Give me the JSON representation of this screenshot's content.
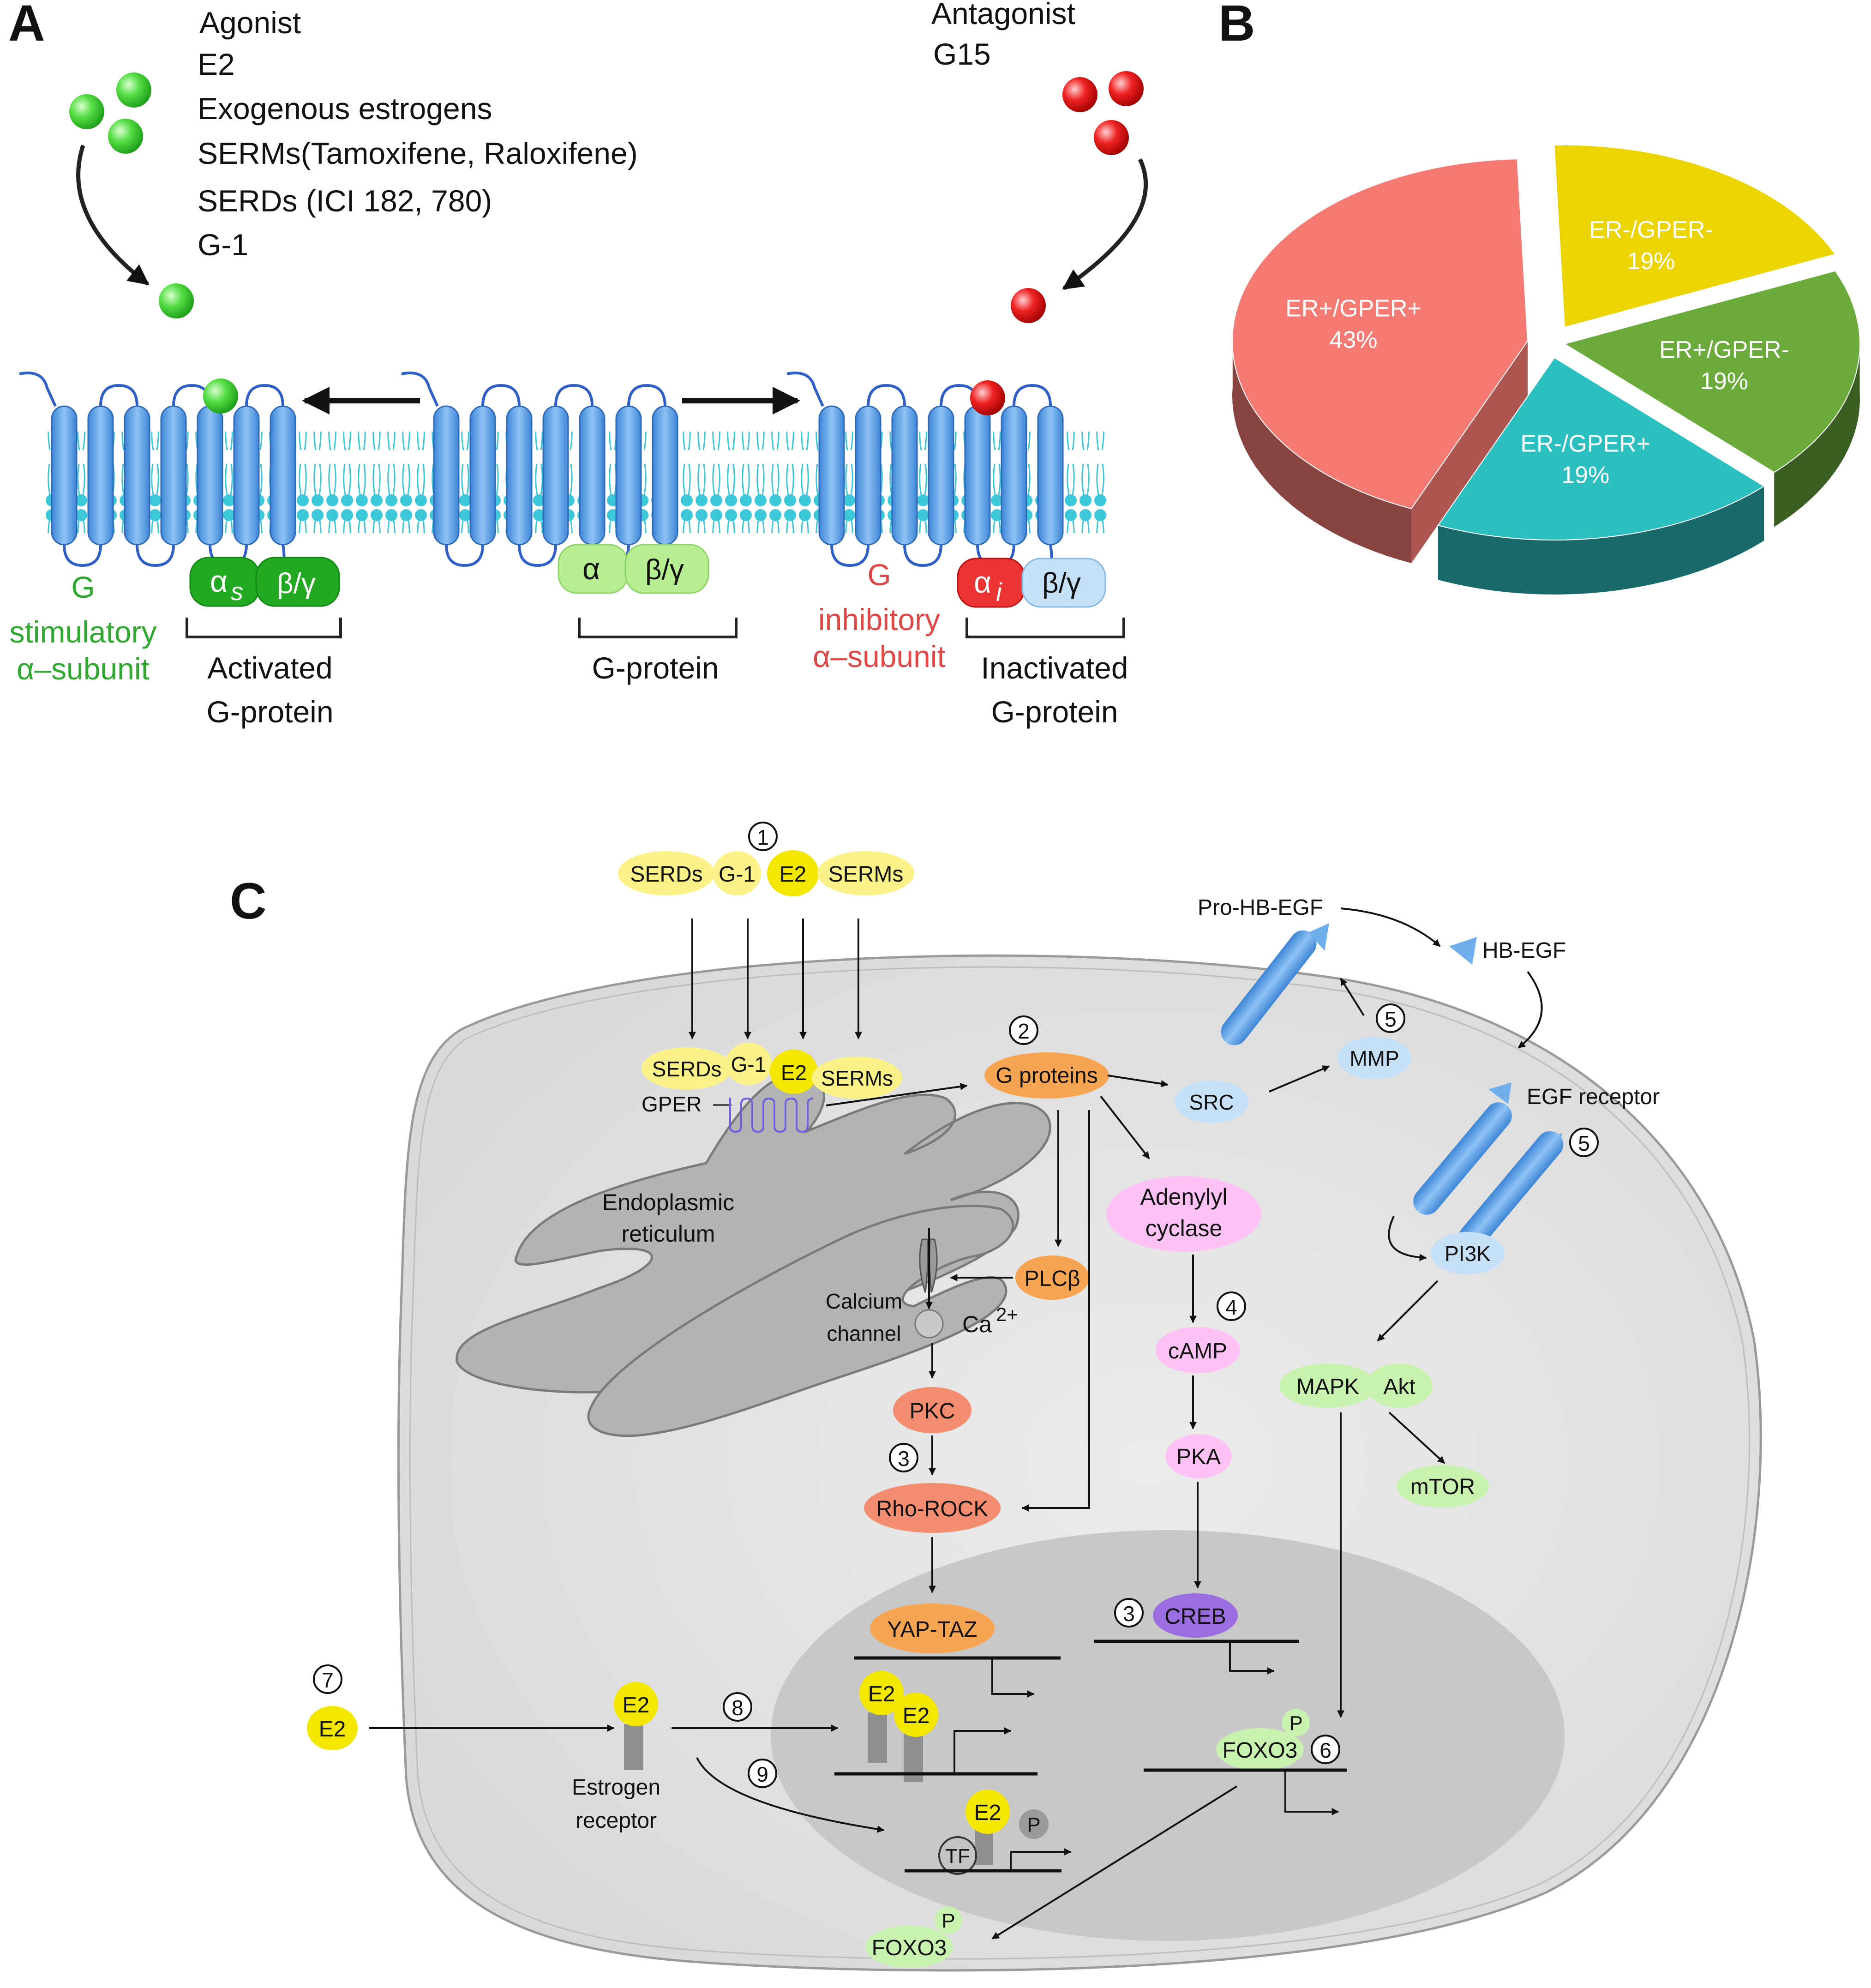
{
  "panel_labels": {
    "a": "A",
    "b": "B",
    "c": "C"
  },
  "colors": {
    "agonist": "#33cc33",
    "antagonist": "#e02020",
    "membrane": "#3cc8d8",
    "receptor": "#5a9ee0",
    "estrogen": "#f5e900",
    "gprotein": "#f7a552",
    "rho": "#f48c70",
    "camp_path": "#ffc2f5",
    "creb": "#9a6ee0",
    "egfr_path": "#c2ddf5",
    "pi3k_path": "#c9f2b0",
    "cell": "#e4e4e4",
    "nucleus": "#c4c4c4",
    "pie_pos_pos": "#f57a74",
    "pie_neg_neg": "#ecd400",
    "pie_pos_neg": "#6aab3c",
    "pie_neg_pos": "#2bbfbf"
  },
  "panel_a": {
    "agonist_title": "Agonist",
    "agonist_list": [
      "E2",
      "Exogenous estrogens",
      "SERMs(Tamoxifene, Raloxifene)",
      "SERDs (ICI 182, 780)",
      "G-1"
    ],
    "antagonist_title": "Antagonist",
    "antagonist_list": [
      "G15"
    ],
    "left_protein": {
      "alpha": "α",
      "alpha_sub": "s",
      "beta": "β/γ",
      "caption_1": "Activated",
      "caption_2": "G-protein"
    },
    "mid_protein": {
      "alpha": "α",
      "beta": "β/γ",
      "caption": "G-protein"
    },
    "right_protein": {
      "alpha": "α",
      "alpha_sub": "i",
      "beta": "β/γ",
      "caption_1": "Inactivated",
      "caption_2": "G-protein"
    },
    "stim_label": [
      "G",
      "stimulatory",
      "α–subunit"
    ],
    "inhib_label": [
      "G",
      "inhibitory",
      "α–subunit"
    ]
  },
  "panel_b": {
    "chart_data": {
      "type": "pie",
      "slices": [
        {
          "label": "ER-/GPER-",
          "value": 19,
          "pct": "19%"
        },
        {
          "label": "ER+/GPER-",
          "value": 19,
          "pct": "19%"
        },
        {
          "label": "ER-/GPER+",
          "value": 19,
          "pct": "19%"
        },
        {
          "label": "ER+/GPER+",
          "value": 43,
          "pct": "43%"
        }
      ],
      "style": "3d-exploded"
    }
  },
  "panel_c": {
    "step_numbers": [
      "1",
      "2",
      "3",
      "4",
      "5",
      "6",
      "7",
      "8",
      "9"
    ],
    "ligands_top": [
      "SERDs",
      "G-1",
      "E2",
      "SERMs"
    ],
    "ligands_bound": [
      "SERDs",
      "G-1",
      "E2",
      "SERMs"
    ],
    "gper": "GPER",
    "g_proteins": "G proteins",
    "er_label": [
      "Endoplasmic",
      "reticulum"
    ],
    "plc": "PLCβ",
    "calcium_channel": [
      "Calcium",
      "channel"
    ],
    "ca": "Ca",
    "ca_sup": "2+",
    "pkc": "PKC",
    "rho": "Rho-ROCK",
    "yap": "YAP-TAZ",
    "adenylyl": [
      "Adenylyl",
      "cyclase"
    ],
    "camp": "cAMP",
    "pka": "PKA",
    "creb": "CREB",
    "src": "SRC",
    "mmp": "MMP",
    "pro_hb_egf": "Pro-HB-EGF",
    "hb_egf": "HB-EGF",
    "egf_receptor": "EGF receptor",
    "pi3k": "PI3K",
    "mapk": "MAPK",
    "akt": "Akt",
    "mtor": "mTOR",
    "foxo3": "FOXO3",
    "p": "P",
    "e2": "E2",
    "estrogen_receptor": [
      "Estrogen",
      "receptor"
    ],
    "tf": "TF"
  }
}
